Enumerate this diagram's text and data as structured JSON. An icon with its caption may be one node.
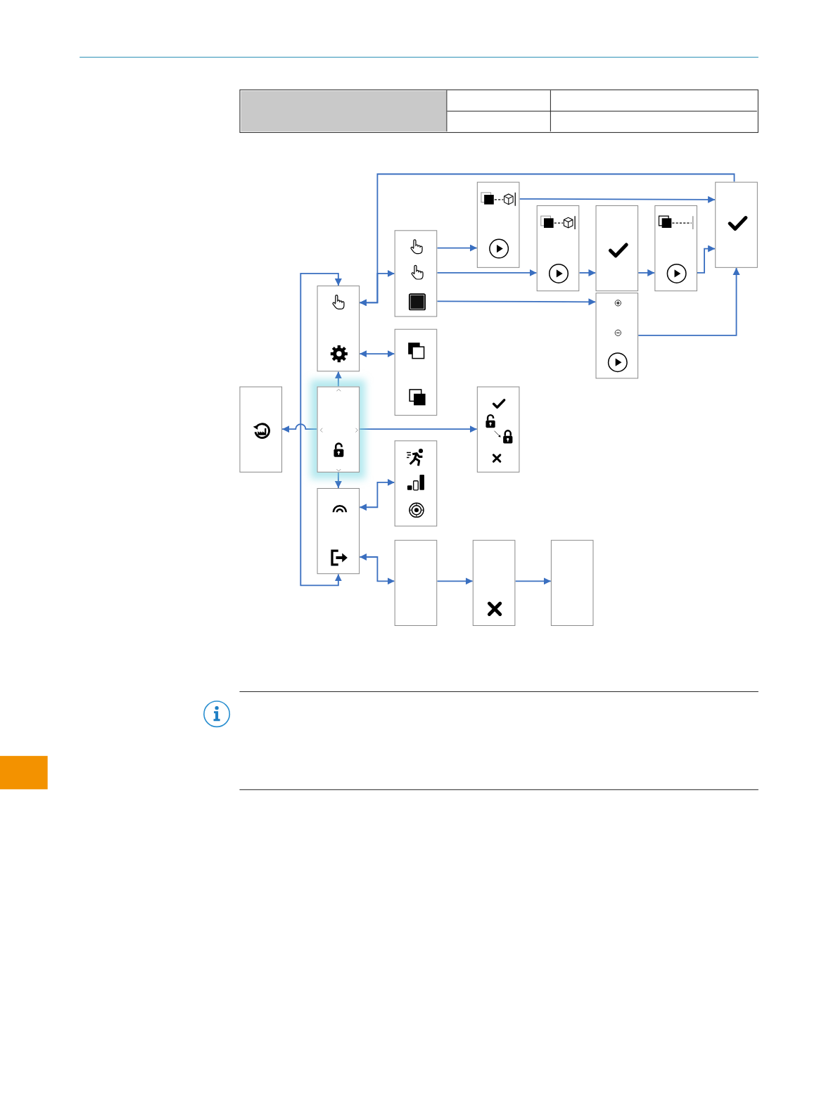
{
  "diagram": {
    "nodes": [
      {
        "text": [],
        "shape": "box"
      },
      {
        "text": [],
        "shape": "box"
      },
      {
        "text": [],
        "shape": "box"
      },
      {
        "text": [],
        "shape": "box"
      },
      {
        "text": [],
        "shape": "box"
      },
      {
        "text": [],
        "shape": "box"
      },
      {
        "text": [],
        "shape": "box"
      },
      {
        "text": [],
        "shape": "box"
      },
      {
        "text": [],
        "shape": "box"
      },
      {
        "text": [],
        "shape": "box"
      },
      {
        "text": [],
        "shape": "box"
      },
      {
        "text": [],
        "shape": "box"
      },
      {
        "text": [],
        "shape": "box"
      },
      {
        "text": [],
        "shape": "box"
      },
      {
        "text": [],
        "shape": "box"
      },
      {
        "text": [],
        "shape": "box"
      },
      {
        "text": [],
        "shape": "box"
      }
    ],
    "edges": [
      {
        "from": 1,
        "to": 0,
        "arrow": "to"
      },
      {
        "from": 1,
        "to": 2,
        "arrow": "to"
      },
      {
        "from": 1,
        "to": 12,
        "arrow": "to"
      },
      {
        "from": 1,
        "to": 11,
        "arrow": "to"
      },
      {
        "from": 2,
        "to": 4,
        "arrow": "both"
      },
      {
        "from": 12,
        "to": 2,
        "arrow": "both"
      },
      {
        "from": 10,
        "to": 2,
        "arrow": "to"
      },
      {
        "from": 2,
        "to": 3,
        "arrow": "both"
      },
      {
        "from": 3,
        "to": 5,
        "arrow": "to"
      },
      {
        "from": 3,
        "to": 6,
        "arrow": "to"
      },
      {
        "from": 3,
        "to": 8,
        "arrow": "to"
      },
      {
        "from": 5,
        "to": 10,
        "arrow": "to"
      },
      {
        "from": 6,
        "to": 7,
        "arrow": "to"
      },
      {
        "from": 7,
        "to": 9,
        "arrow": "to"
      },
      {
        "from": 9,
        "to": 10,
        "arrow": "to"
      },
      {
        "from": 8,
        "to": 10,
        "arrow": "to"
      },
      {
        "from": 12,
        "to": 13,
        "arrow": "both"
      },
      {
        "from": 12,
        "to": 14,
        "arrow": "both"
      },
      {
        "from": 14,
        "to": 15,
        "arrow": "to"
      },
      {
        "from": 15,
        "to": 16,
        "arrow": "to"
      }
    ]
  }
}
